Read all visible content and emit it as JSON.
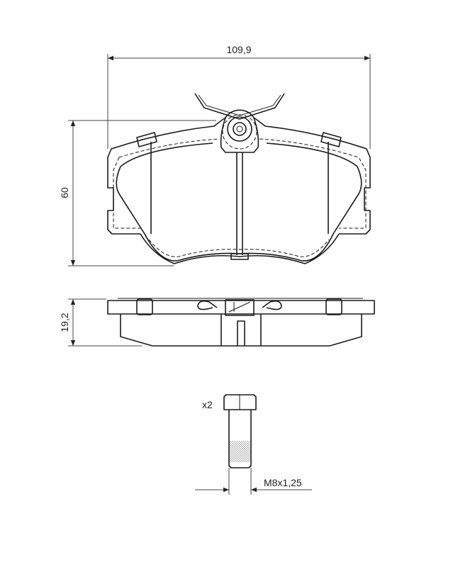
{
  "dimensions": {
    "width": "109,9",
    "height": "60",
    "thickness": "19,2",
    "bolt_thread": "M8x1,25",
    "bolt_quantity": "x2"
  },
  "colors": {
    "line": "#1a1a1a",
    "background": "#ffffff"
  }
}
